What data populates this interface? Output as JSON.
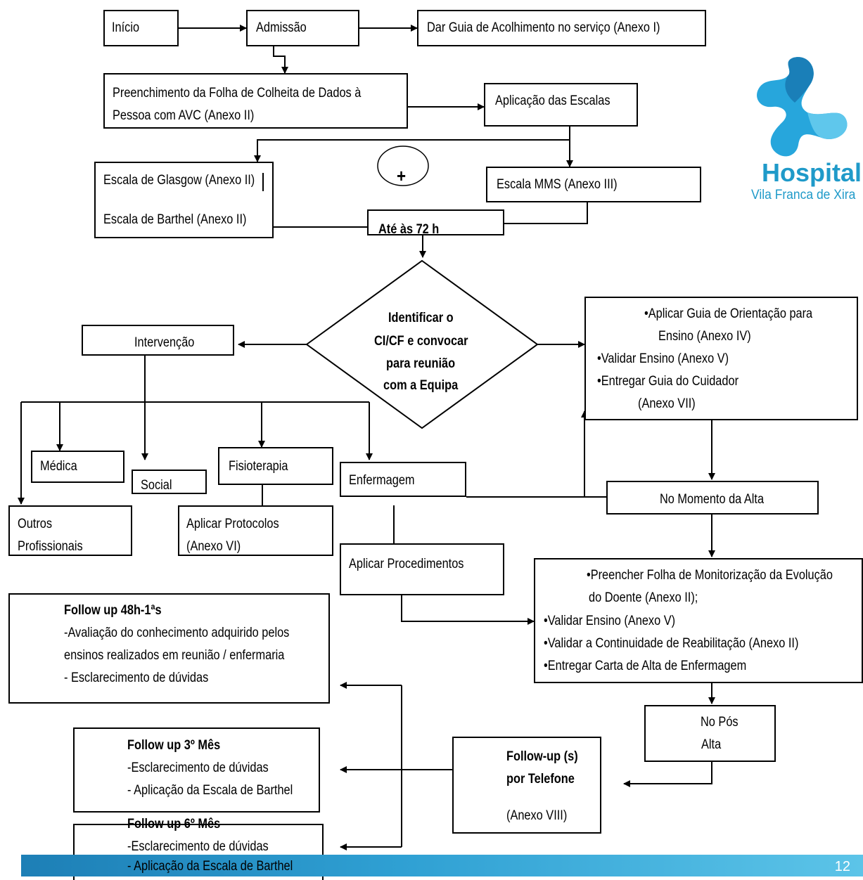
{
  "nodes": {
    "inicio": "Início",
    "admissao": "Admissão",
    "guia_acolhimento": "Dar Guia de Acolhimento no serviço (Anexo I)",
    "preenchimento_l1": "Preenchimento da Folha de Colheita de Dados à",
    "preenchimento_l2": "Pessoa com AVC (Anexo II)",
    "aplicacao_escalas": "Aplicação das Escalas",
    "glasgow": "Escala de Glasgow (Anexo II)",
    "barthel": "Escala de Barthel (Anexo II)",
    "plus": "+",
    "mms": "Escala MMS (Anexo III)",
    "ate_72h": "Até às 72 h",
    "decision_l1": "Identificar o",
    "decision_l2": "CI/CF e convocar",
    "decision_l3": "para reunião",
    "decision_l4": "com a Equipa",
    "intervencao": "Intervenção",
    "ensino_l1": "•Aplicar Guia de Orientação para",
    "ensino_l2": "Ensino (Anexo IV)",
    "ensino_l3": "•Validar Ensino (Anexo V)",
    "ensino_l4": "•Entregar Guia do Cuidador",
    "ensino_l5": "(Anexo VII)",
    "medica": "Médica",
    "social": "Social",
    "fisioterapia": "Fisioterapia",
    "enfermagem": "Enfermagem",
    "outros_l1": "Outros",
    "outros_l2": "Profissionais",
    "protocolos_l1": "Aplicar Protocolos",
    "protocolos_l2": "(Anexo VI)",
    "momento_alta": "No Momento da Alta",
    "procedimentos": "Aplicar Procedimentos",
    "alta_l1": "•Preencher Folha de Monitorização da Evolução",
    "alta_l2": "do Doente (Anexo II);",
    "alta_l3": "•Validar Ensino (Anexo V)",
    "alta_l4": "•Validar a Continuidade de Reabilitação (Anexo II)",
    "alta_l5": "•Entregar Carta de Alta de Enfermagem",
    "fu48_l1": "Follow up 48h-1ªs",
    "fu48_l2": "-Avaliação do conhecimento adquirido pelos",
    "fu48_l3": "ensinos realizados em reunião / enfermaria",
    "fu48_l4": "- Esclarecimento de dúvidas",
    "pos_alta_l1": "No Pós",
    "pos_alta_l2": "Alta",
    "fu3_l1": "Follow up 3º Mês",
    "fu3_l2": "-Esclarecimento de dúvidas",
    "fu3_l3": "- Aplicação da Escala de Barthel",
    "telefone_l1": "Follow-up (s)",
    "telefone_l2": "por Telefone",
    "telefone_l3": "(Anexo VIII)",
    "fu6_l1": "Follow up 6º Mês",
    "fu6_l2": "-Esclarecimento de dúvidas",
    "fu6_l3": "- Aplicação da Escala de Barthel"
  },
  "logo": {
    "name": "Hospital",
    "subtitle": "Vila Franca de Xira",
    "color": "#1f9ac9"
  },
  "footer": {
    "page_number": "12",
    "bar_color": "#2a93cc"
  }
}
